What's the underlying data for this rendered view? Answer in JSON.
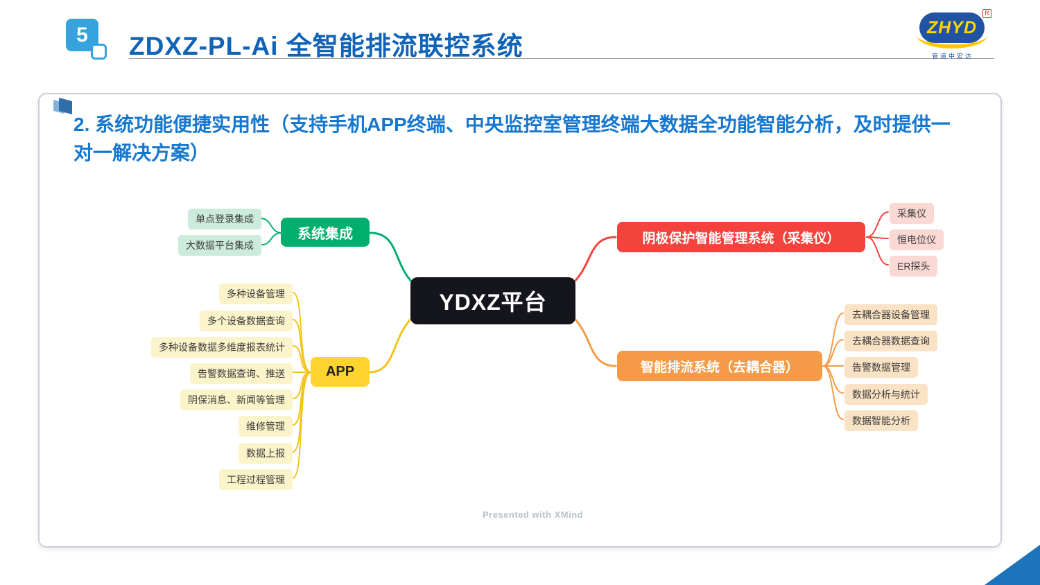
{
  "slide": {
    "page_number": "5",
    "title": "ZDXZ-PL-Ai 全智能排流联控系统",
    "logo": {
      "text": "ZHYD",
      "registered": "R",
      "subtext": "管道中宏达"
    },
    "heading_bold": "2. 系统功能便捷实用性",
    "heading_rest": "（支持手机APP终端、中央监控室管理终端大数据全功能智能分析，及时提供一对一解决方案）",
    "watermark": "Presented with XMind"
  },
  "colors": {
    "title_blue": "#0F63B8",
    "heading_blue": "#1577CF",
    "badge_blue": "#35A3DC",
    "center_black": "#15151D",
    "branch_green": "#00AF6E",
    "branch_yellow": "#FFD42E",
    "branch_red": "#F4433C",
    "branch_orange": "#F59B47",
    "corner_blue": "#1E74BA"
  },
  "mindmap": {
    "center": {
      "label": "YDXZ平台"
    },
    "branches": [
      {
        "label": "系统集成",
        "color": "#00AF6E",
        "children": [
          "单点登录集成",
          "大数据平台集成"
        ]
      },
      {
        "label": "APP",
        "color": "#FFD42E",
        "children": [
          "多种设备管理",
          "多个设备数据查询",
          "多种设备数据多维度报表统计",
          "告警数据查询、推送",
          "阴保消息、新闻等管理",
          "维修管理",
          "数据上报",
          "工程过程管理"
        ]
      },
      {
        "label": "阴极保护智能管理系统（采集仪）",
        "color": "#F4433C",
        "children": [
          "采集仪",
          "恒电位仪",
          "ER探头"
        ]
      },
      {
        "label": "智能排流系统（去耦合器）",
        "color": "#F59B47",
        "children": [
          "去耦合器设备管理",
          "去耦合器数据查询",
          "告警数据管理",
          "数据分析与统计",
          "数据智能分析"
        ]
      }
    ]
  }
}
